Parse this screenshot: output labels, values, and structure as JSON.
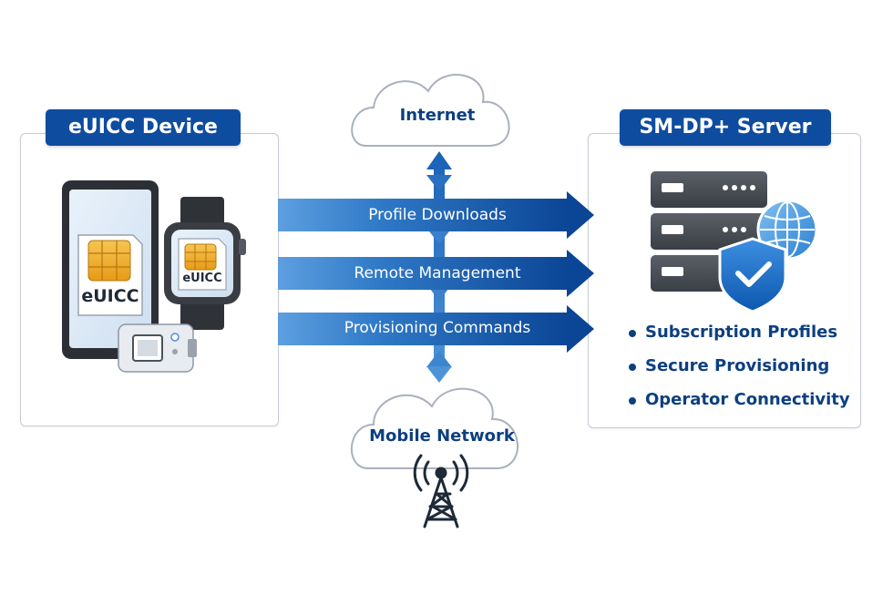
{
  "device_panel": {
    "title": "eUICC Device",
    "phone_chip_label": "eUICC",
    "watch_chip_label": "eUICC"
  },
  "server_panel": {
    "title": "SM-DP+ Server",
    "features": [
      "Subscription Profiles",
      "Secure Provisioning",
      "Operator Connectivity"
    ]
  },
  "clouds": {
    "internet": "Internet",
    "mobile_network": "Mobile Network"
  },
  "flows": [
    "Profile Downloads",
    "Remote Management",
    "Provisioning Commands"
  ],
  "colors": {
    "brand_blue": "#0e4c9f",
    "arrow_dark": "#0c4a99",
    "arrow_light": "#3e86cf",
    "chip_gold": "#f2b02e",
    "text_navy": "#0d3f80"
  },
  "icons": [
    "smartphone-icon",
    "smartwatch-icon",
    "iot-module-icon",
    "sim-chip-icon",
    "server-rack-icon",
    "globe-icon",
    "shield-check-icon",
    "cell-tower-icon",
    "cloud-icon",
    "bidirectional-arrow-icon"
  ]
}
